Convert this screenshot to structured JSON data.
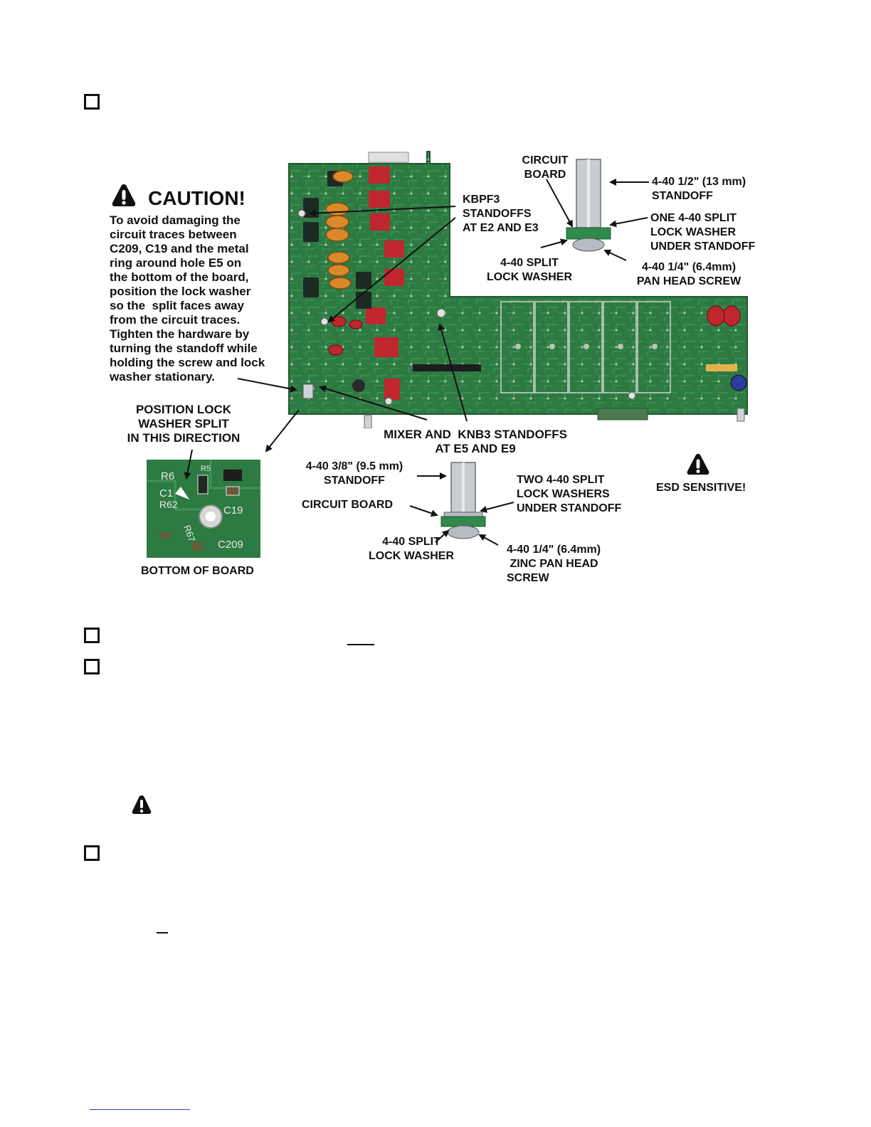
{
  "caution": {
    "title": "CAUTION!",
    "body": "To avoid damaging the\ncircuit traces between\nC209, C19 and the metal\nring around hole E5 on\nthe bottom of the board,\nposition the lock washer\nso the  split faces away\nfrom the circuit traces.\nTighten the hardware by\nturning the standoff while\nholding the screw and lock\nwasher stationary."
  },
  "callouts": {
    "kbpf3": "KBPF3\nSTANDOFFS\nAT E2 AND E3",
    "circuit_board_top": "CIRCUIT\nBOARD",
    "standoff_half": "4-40 1/2\" (13 mm)\nSTANDOFF",
    "one_washer": "ONE 4-40 SPLIT\nLOCK WASHER\nUNDER STANDOFF",
    "lock_washer_top": "4-40 SPLIT\nLOCK WASHER",
    "pan_head_top": "4-40 1/4\" (6.4mm)\nPAN HEAD SCREW",
    "position_split": "POSITION LOCK\nWASHER SPLIT\nIN THIS DIRECTION",
    "mixer_knb3": "MIXER AND  KNB3 STANDOFFS\nAT E5 AND E9",
    "standoff_38": "4-40 3/8\" (9.5 mm)\nSTANDOFF",
    "circuit_board_bottom": "CIRCUIT BOARD",
    "two_washers": "TWO 4-40 SPLIT\nLOCK WASHERS\nUNDER STANDOFF",
    "lock_washer_bottom": "4-40 SPLIT\nLOCK WASHER",
    "zinc_screw": "4-40 1/4\" (6.4mm)\n ZINC PAN HEAD\nSCREW",
    "esd": "ESD SENSITIVE!",
    "bottom_of_board": "BOTTOM OF BOARD"
  },
  "pcb_labels": {
    "r6": "R6",
    "r5": "R5",
    "c1": "C1",
    "r62": "R62",
    "r67": "R67",
    "c19": "C19",
    "c209": "C209"
  },
  "colors": {
    "pcb_green": "#2e7a43",
    "pcb_dark": "#1f5a30",
    "washer_green": "#2f8a4c",
    "steel": "#c9ccd0",
    "toroid": "#d9892a",
    "relay": "#c0262e"
  }
}
